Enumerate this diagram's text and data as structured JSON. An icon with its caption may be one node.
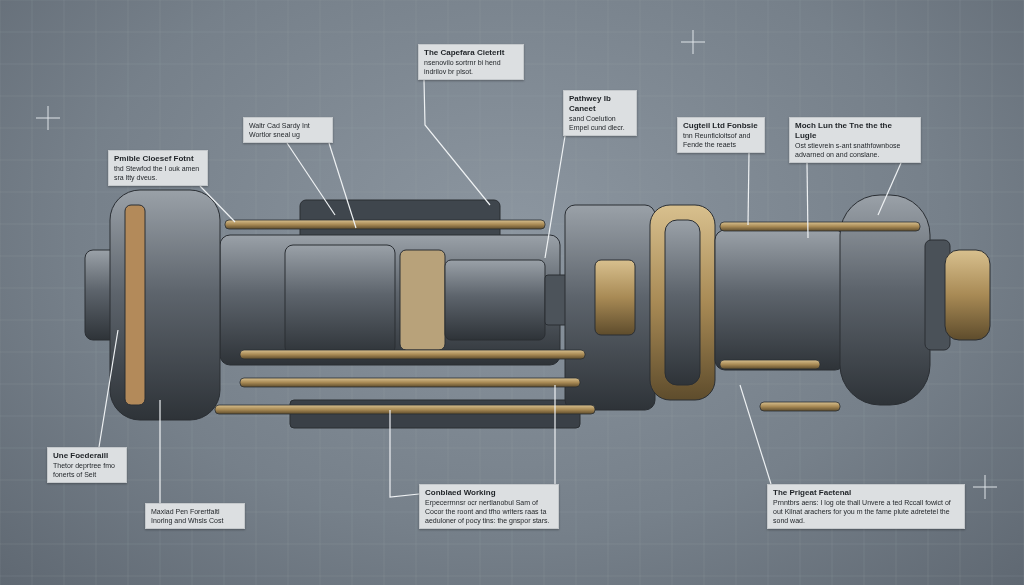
{
  "diagram": {
    "nodes": [
      {
        "text": [
          "Pmible Cloesef Fotnt",
          "thd Stewfod the I ouk amen sra ltty dveus."
        ]
      },
      {
        "text": [
          "Waltr Cad Sardy Int Wortlor sneal ug"
        ]
      },
      {
        "text": [
          "The Capefara Cieterlt",
          "nsenovilo sortrnr bi hend indrilov br plsot."
        ]
      },
      {
        "text": [
          "Pathwey Ib Caneet",
          "sand Coelution Empel cund dlecr."
        ]
      },
      {
        "text": [
          "Cugteil Ltd Fonbsie",
          "tnn Reunficloitsof and Fende the reaets"
        ]
      },
      {
        "text": [
          "Moch Lun the Tne the the Lugle",
          "Ost stievrein s-ant snathfownbose advarned on and conslane."
        ]
      },
      {
        "text": [
          "Une Foederaill",
          "Thetor deprtree fmo fonerts of Seit"
        ]
      },
      {
        "text": [
          "Maxiad Pen Forertfaltl Inorlng and Whsls Cost"
        ]
      },
      {
        "text": [
          "Conblaed Working",
          "Erpecerrnnsr ocr nertlanobul Sam of Cocor the roont and tfho writers raas ta aeduloner of pocy tins: the gnspor stars."
        ]
      },
      {
        "text": [
          "The Prigeat Faetenal",
          "Prnntbrs aens: I log ote thall Unvere a ted Rccall fowict of out Kilnat arachers for you m the fame plute adretetel the sond wad."
        ]
      }
    ],
    "edges": [
      {
        "from": 0,
        "to": null,
        "arrow": "none"
      },
      {
        "from": 1,
        "to": null,
        "arrow": "none"
      },
      {
        "from": 1,
        "to": null,
        "arrow": "none"
      },
      {
        "from": 2,
        "to": null,
        "arrow": "none"
      },
      {
        "from": 3,
        "to": null,
        "arrow": "none"
      },
      {
        "from": 4,
        "to": null,
        "arrow": "none"
      },
      {
        "from": 5,
        "to": null,
        "arrow": "none"
      },
      {
        "from": 5,
        "to": null,
        "arrow": "none"
      },
      {
        "from": 6,
        "to": null,
        "arrow": "none"
      },
      {
        "from": 7,
        "to": null,
        "arrow": "none"
      },
      {
        "from": 8,
        "to": null,
        "arrow": "none"
      },
      {
        "from": 8,
        "to": null,
        "arrow": "none"
      },
      {
        "from": 9,
        "to": null,
        "arrow": "none"
      }
    ]
  }
}
